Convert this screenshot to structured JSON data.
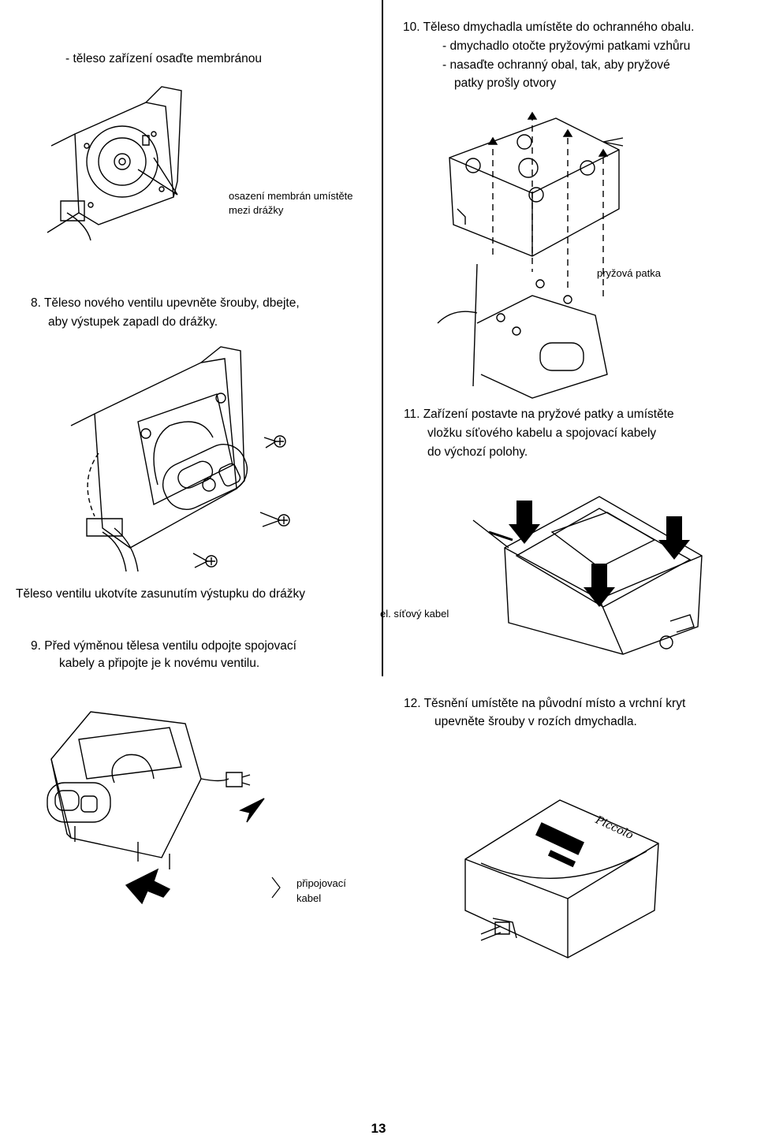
{
  "left": {
    "step7_line": "-    těleso zařízení osaďte membránou",
    "membrane_label_1": "osazení membrán umístěte",
    "membrane_label_2": "mezi drážky",
    "step8_line1": "8.  Těleso nového ventilu upevněte šrouby, dbejte,",
    "step8_line2": "aby  výstupek zapadl do drážky.",
    "valve_caption": "Těleso ventilu ukotvíte zasunutím výstupku do drážky",
    "step9_line1": "9.   Před výměnou tělesa ventilu odpojte spojovací",
    "step9_line2": "kabely a připojte je k novému ventilu.",
    "connector_label_1": "připojovací",
    "connector_label_2": "kabel"
  },
  "right": {
    "step10_line1": "10.  Těleso dmychadla umístěte do ochranného obalu.",
    "step10_line2": "-  dmychadlo otočte pryžovými patkami  vzhůru",
    "step10_line3": "-  nasaďte ochranný obal, tak, aby pryžové",
    "step10_line4": "patky prošly otvory",
    "rubber_foot_label": "pryžová patka",
    "step11_line1": "11.  Zařízení postavte na pryžové patky a umístěte",
    "step11_line2": "vložku  síťového  kabelu  a   spojovací  kabely",
    "step11_line3": "do   výchozí polohy.",
    "power_cable_label": "el. síťový kabel",
    "step12_line1": "12.  Těsnění umístěte na původní místo a vrchní kryt",
    "step12_line2": "upevněte  šrouby v rozích dmychadla."
  },
  "page_number": "13",
  "illustration_icons": [
    "diaphragm-assembly-icon",
    "valve-mount-icon",
    "blower-connector-icon",
    "cover-fitting-icon",
    "blower-placement-icon",
    "assembled-blower-icon"
  ]
}
